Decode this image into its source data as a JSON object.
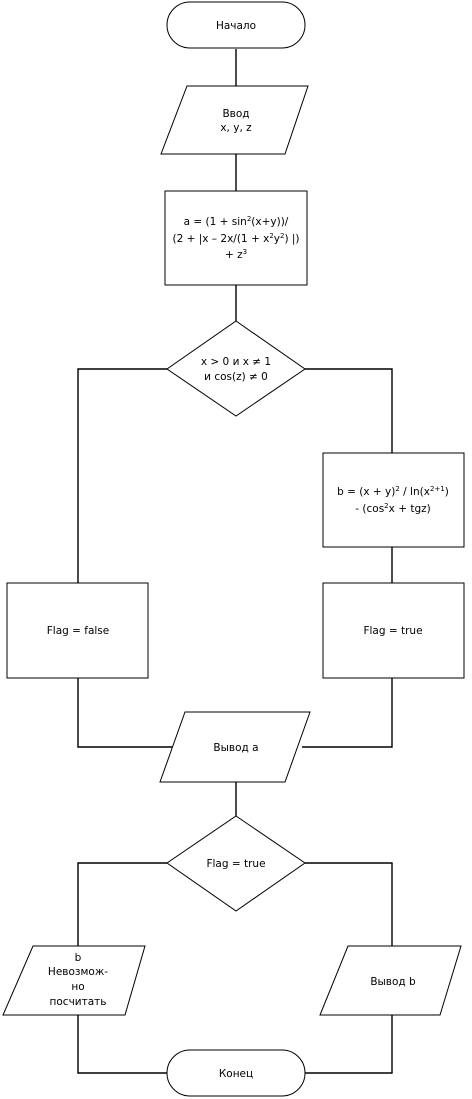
{
  "flowchart": {
    "start": "Начало",
    "input": {
      "line1": "Ввод",
      "line2": "x, y, z"
    },
    "compute_a": {
      "line1_pre": "a = (1 + sin",
      "line1_sup": "2",
      "line1_post": "(x+y))/",
      "line2_pre": "(2 + |x – 2x/(1 + x",
      "line2_sup1": "2",
      "line2_mid": "y",
      "line2_sup2": "2",
      "line2_post": ") |)",
      "line3_pre": "+ z",
      "line3_sup": "3"
    },
    "condition1": {
      "line1": "x > 0 и x ≠ 1",
      "line2": "и cos(z) ≠ 0"
    },
    "compute_b": {
      "line1_pre": "b = (x + y)",
      "line1_sup1": "2",
      "line1_mid": " / ln(x",
      "line1_sup2": "2+1",
      "line1_post": ")",
      "line2_pre": "- (cos",
      "line2_sup": "2",
      "line2_post": "x + tgz)"
    },
    "flag_false": "Flag = false",
    "flag_true": "Flag = true",
    "output_a": "Вывод a",
    "condition2": "Flag = true",
    "error_output": {
      "line1": "b",
      "line2": "Невозмож-",
      "line3": "но",
      "line4": "посчитать"
    },
    "output_b": "Вывод b",
    "end": "Конец"
  }
}
